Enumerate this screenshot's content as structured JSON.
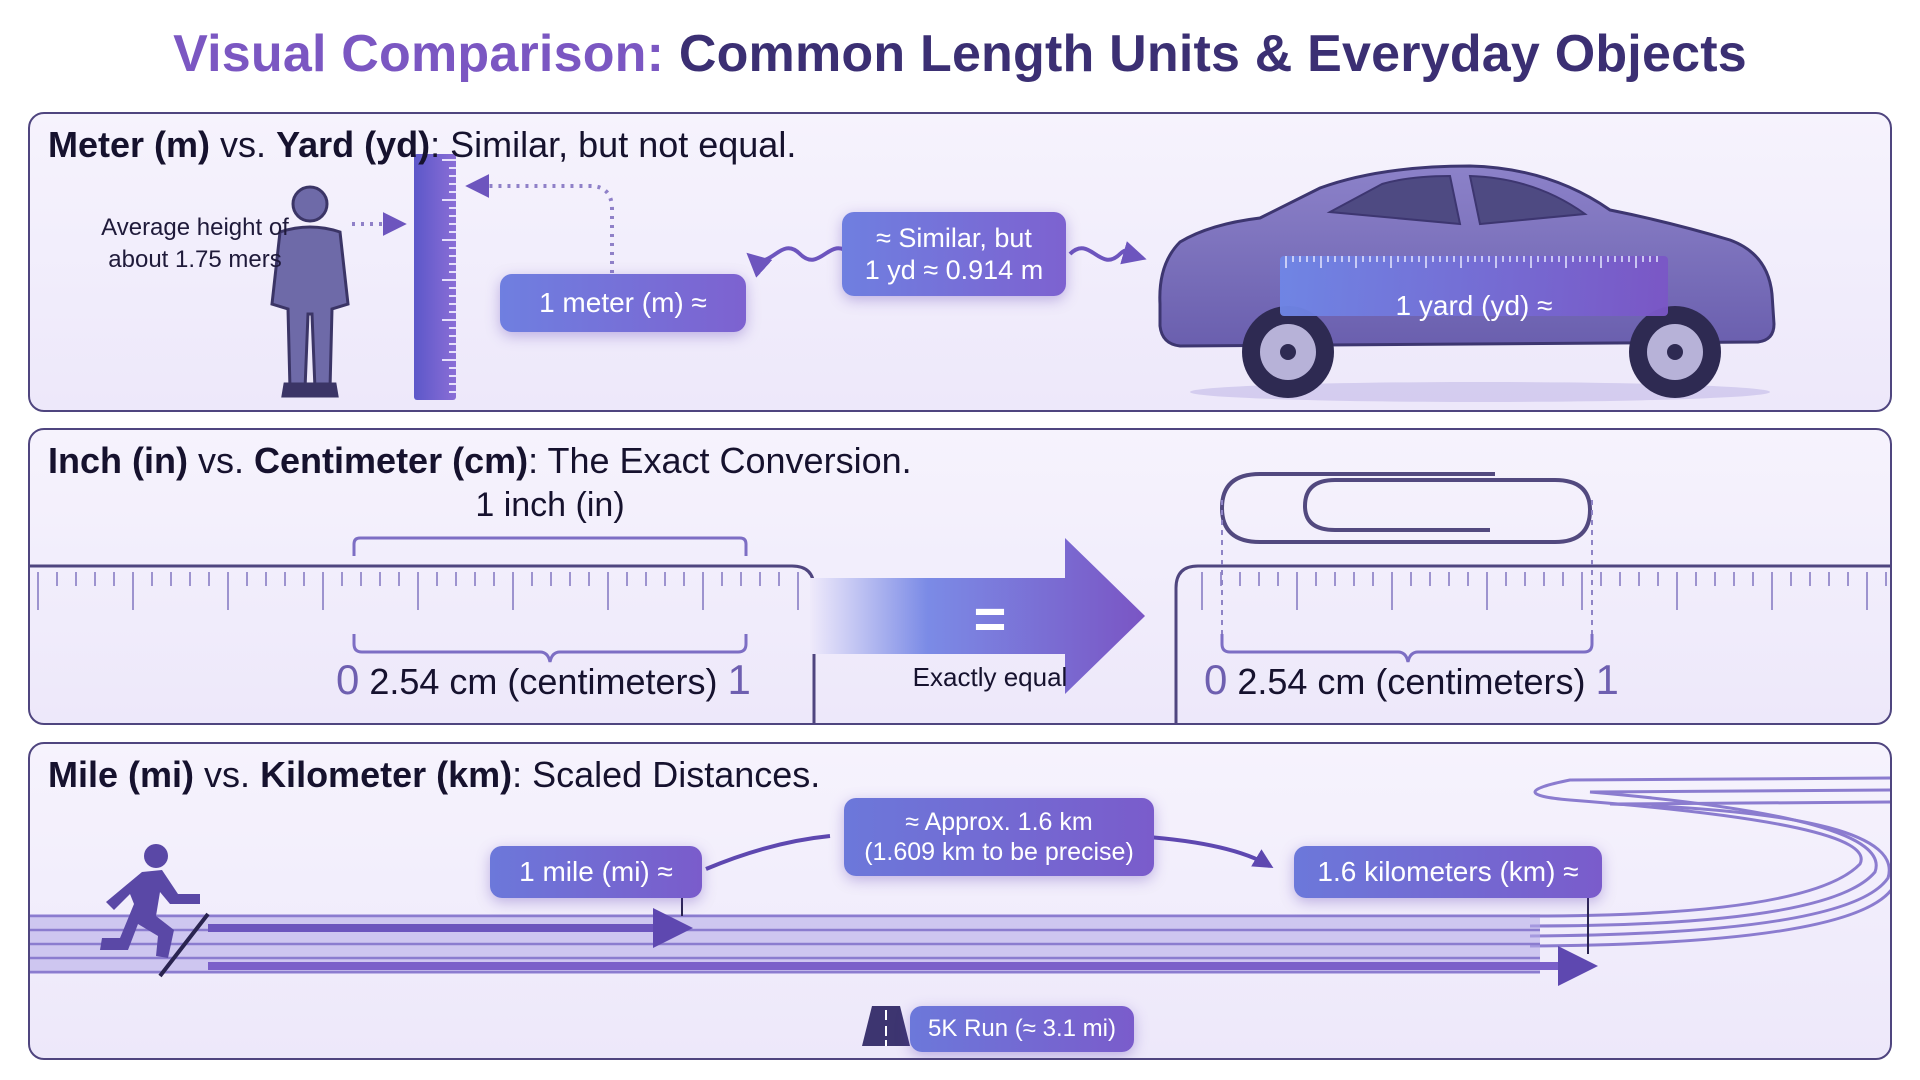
{
  "title": {
    "accent": "Visual Comparison:",
    "rest": "Common Length Units & Everyday Objects"
  },
  "panel_meter_yard": {
    "heading": {
      "term_a": "Meter (m)",
      "vs": "vs.",
      "term_b": "Yard (yd)",
      "tagline": ": Similar, but not equal."
    },
    "person_caption_1": "Average height of",
    "person_caption_2": "about 1.75 mers",
    "meter_label": "1 meter (m) ≈",
    "similar_line_1": "≈ Similar, but",
    "similar_line_2": "1 yd ≈ 0.914 m",
    "yard_label": "1 yard (yd) ≈"
  },
  "panel_inch_cm": {
    "heading": {
      "term_a": "Inch (in)",
      "vs": "vs.",
      "term_b": "Centimeter (cm)",
      "tagline": ": The Exact Conversion."
    },
    "inch_label": "1 inch (in)",
    "scale_start": "0",
    "scale_text": "2.54 cm (centimeters)",
    "scale_end": "1",
    "equals_symbol": "=",
    "equal_caption": "Exactly equal"
  },
  "panel_mile_km": {
    "heading": {
      "term_a": "Mile (mi)",
      "vs": "vs.",
      "term_b": "Kilometer (km)",
      "tagline": ": Scaled Distances."
    },
    "mile_label": "1 mile (mi) ≈",
    "approx_line_1": "≈ Approx. 1.6 km",
    "approx_line_2": "(1.609 km to be precise)",
    "km_label": "1.6 kilometers (km) ≈",
    "run_label": "5K Run (≈ 3.1 mi)"
  },
  "colors": {
    "accent_purple": "#7b57c2",
    "dark_purple": "#3b2f73",
    "pill_blue": "#6f7fe0",
    "border": "#4f457f",
    "panel_bg": "#efeafb"
  },
  "icons": [
    "person-icon",
    "vertical-ruler-icon",
    "car-icon",
    "paperclip-icon",
    "runner-icon",
    "road-icon"
  ]
}
